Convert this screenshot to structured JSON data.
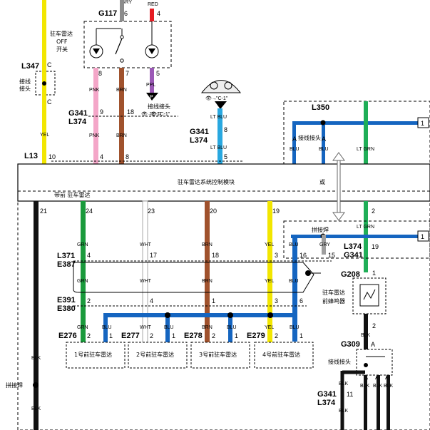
{
  "module": {
    "title": "驻车雷达系统控制模块",
    "or_label": "或",
    "scope_label": "带前 驻车雷达"
  },
  "switch": {
    "label_lines": [
      "驻车雷达",
      "OFF",
      "开关"
    ],
    "connector": "G117",
    "top_wires": [
      {
        "pin": "6",
        "color_label": "GRY",
        "hex": "#8c8c8c"
      },
      {
        "pin": "4",
        "color_label": "RED",
        "hex": "#e51c23"
      }
    ],
    "bottom_wires": [
      {
        "pin": "8",
        "color_label": "PNK",
        "hex": "#f4a6c8"
      },
      {
        "pin": "7",
        "color_label": "BRN",
        "hex": "#a0522d"
      },
      {
        "pin": "5",
        "color_label": "PPL",
        "hex": "#9b59b6"
      }
    ]
  },
  "splice_label": "接线接头",
  "ref_c1": "\"C-1\"",
  "l347": {
    "connector": "L347",
    "pin_top": "C",
    "pin_bottom": "C"
  },
  "g341_l374_left": {
    "line1": "G341",
    "line2": "L374",
    "pins": [
      "9",
      "18"
    ]
  },
  "g341_l374_mid": {
    "line1": "G341",
    "line2": "L374",
    "pin": "8"
  },
  "l13": {
    "connector": "L13",
    "pins": [
      "10",
      "4",
      "8",
      "5"
    ]
  },
  "wire_labels": {
    "yel": "YEL",
    "pnk": "PNK",
    "brn": "BRN",
    "lt_blu": "LT BLU",
    "blu": "BLU",
    "lt_grn": "LT GRN",
    "grn": "GRN",
    "wht": "WHT",
    "blk": "BLK",
    "gry": "GRY"
  },
  "module_out_pins": [
    "21",
    "24",
    "23",
    "20",
    "19",
    "2"
  ],
  "l350": {
    "connector": "L350",
    "pin": "1",
    "splice": "接线接头",
    "tags": [
      "A",
      "A"
    ]
  },
  "weld_label": "拼接焊",
  "l371_e387": {
    "line1": "L371",
    "line2": "E387",
    "pins": [
      "4",
      "17",
      "18",
      "3",
      "16",
      "15"
    ]
  },
  "l374_g341_right": {
    "line1": "L374",
    "line2": "G341",
    "pin": "19"
  },
  "e391_e380": {
    "line1": "E391",
    "line2": "E380",
    "pins": [
      "2",
      "4",
      "1",
      "3",
      "6"
    ]
  },
  "g208": {
    "connector": "G208",
    "pin_top": "1",
    "pin_bottom": "2",
    "label_lines": [
      "驻车雷达",
      "前蜂鸣器"
    ]
  },
  "sensors": [
    {
      "connector": "E276",
      "pins": [
        "2",
        "1"
      ],
      "label": "1号前驻车雷达"
    },
    {
      "connector": "E277",
      "pins": [
        "2",
        "1"
      ],
      "label": "2号前驻车雷达"
    },
    {
      "connector": "E278",
      "pins": [
        "2",
        "1"
      ],
      "label": "3号前驻车雷达"
    },
    {
      "connector": "E279",
      "pins": [
        "2",
        "1"
      ],
      "label": "4号前驻车雷达"
    }
  ],
  "g309": {
    "connector": "G309",
    "pin": "A",
    "splice": "接线接头",
    "tags": [
      "A",
      "A",
      "A"
    ]
  },
  "g341_l374_bottom": {
    "line1": "G341",
    "line2": "L374",
    "pin": "11"
  },
  "colors": {
    "grn": "#1a9a3c",
    "wht": "#ffffff",
    "blu": "#1565c0",
    "lt_blu": "#29a8e0",
    "lt_grn": "#1fae57",
    "yel": "#f2e600",
    "blk": "#111111",
    "brn": "#a0522d",
    "pnk": "#f4a6c8",
    "gry": "#9e9e9e"
  }
}
